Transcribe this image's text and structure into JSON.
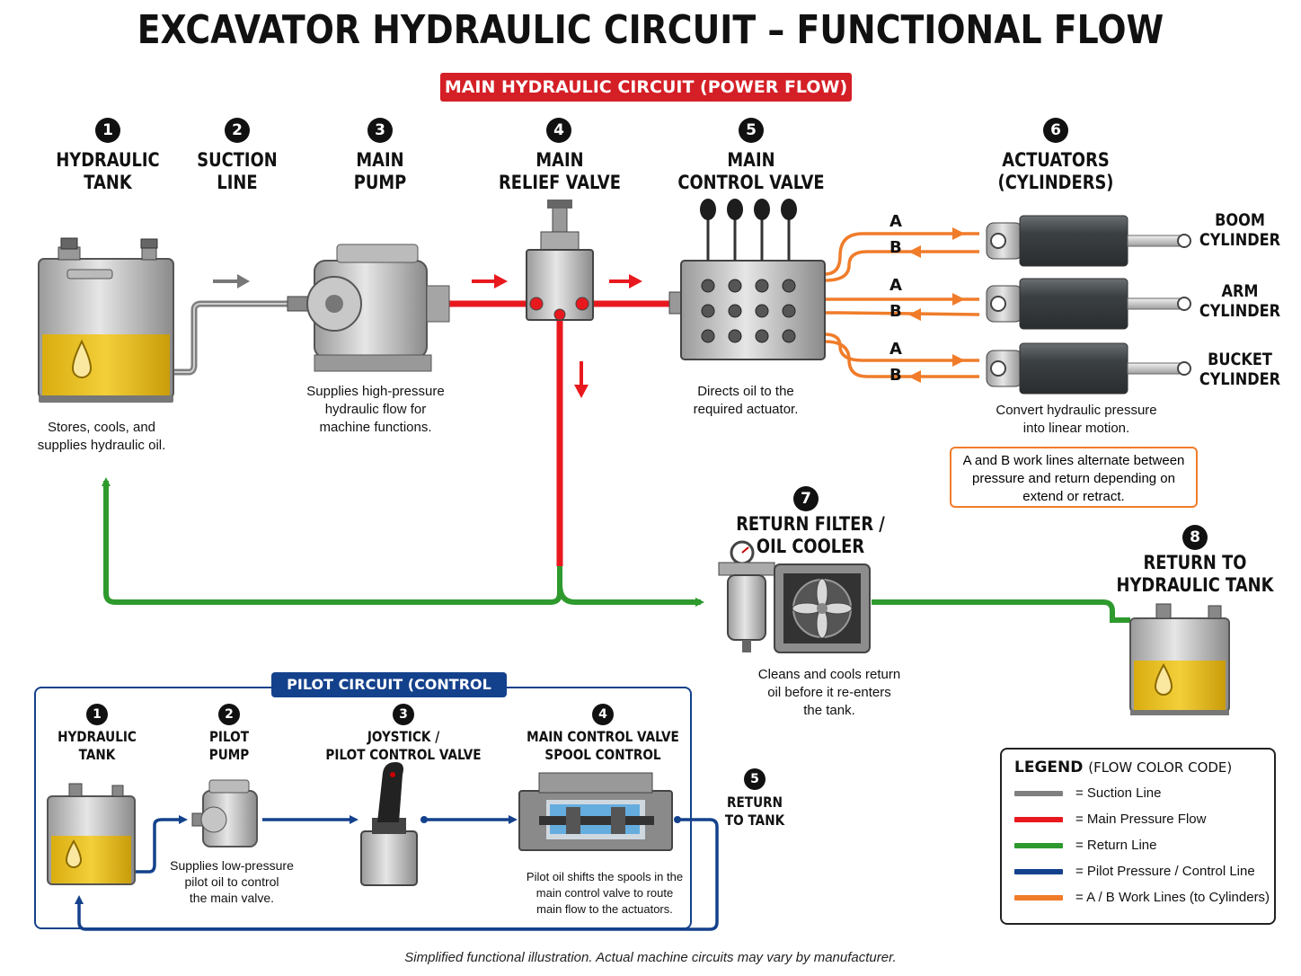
{
  "title": "EXCAVATOR HYDRAULIC CIRCUIT – FUNCTIONAL FLOW",
  "main_banner": "MAIN HYDRAULIC CIRCUIT (POWER FLOW)",
  "colors": {
    "suction": "#7f7f7f",
    "pressure": "#e8191e",
    "return": "#2e9a2e",
    "pilot": "#14418c",
    "work": "#f07c2a"
  },
  "main": {
    "steps": [
      {
        "num": "1",
        "line1": "HYDRAULIC",
        "line2": "TANK",
        "desc1": "Stores, cools, and",
        "desc2": "supplies hydraulic oil."
      },
      {
        "num": "2",
        "line1": "SUCTION",
        "line2": "LINE"
      },
      {
        "num": "3",
        "line1": "MAIN",
        "line2": "PUMP",
        "desc1": "Supplies high-pressure",
        "desc2": "hydraulic flow for",
        "desc3": "machine functions."
      },
      {
        "num": "4",
        "line1": "MAIN",
        "line2": "RELIEF VALVE"
      },
      {
        "num": "5",
        "line1": "MAIN",
        "line2": "CONTROL VALVE",
        "desc1": "Directs oil to the",
        "desc2": "required actuator."
      },
      {
        "num": "6",
        "line1": "ACTUATORS",
        "line2": "(CYLINDERS)",
        "desc1": "Convert hydraulic pressure",
        "desc2": "into linear motion."
      },
      {
        "num": "7",
        "line1": "RETURN FILTER /",
        "line2": "OIL COOLER",
        "desc1": "Cleans and cools return",
        "desc2": "oil before it re-enters",
        "desc3": "the tank."
      },
      {
        "num": "8",
        "line1": "RETURN TO",
        "line2": "HYDRAULIC TANK"
      }
    ],
    "cylinders": [
      {
        "line1": "BOOM",
        "line2": "CYLINDER"
      },
      {
        "line1": "ARM",
        "line2": "CYLINDER"
      },
      {
        "line1": "BUCKET",
        "line2": "CYLINDER"
      }
    ],
    "port_a": "A",
    "port_b": "B",
    "work_note": "A and B work lines alternate between pressure and return depending on extend or retract."
  },
  "pilot": {
    "banner": "PILOT CIRCUIT (CONTROL FLOW)",
    "steps": [
      {
        "num": "1",
        "line1": "HYDRAULIC",
        "line2": "TANK"
      },
      {
        "num": "2",
        "line1": "PILOT",
        "line2": "PUMP",
        "desc1": "Supplies low-pressure",
        "desc2": "pilot oil to control",
        "desc3": "the main valve."
      },
      {
        "num": "3",
        "line1": "JOYSTICK /",
        "line2": "PILOT CONTROL VALVE"
      },
      {
        "num": "4",
        "line1": "MAIN CONTROL VALVE",
        "line2": "SPOOL CONTROL",
        "desc1": "Pilot oil shifts the spools in the",
        "desc2": "main control valve to route",
        "desc3": "main flow to the actuators."
      },
      {
        "num": "5",
        "line1": "RETURN",
        "line2": "TO TANK"
      }
    ]
  },
  "legend": {
    "title": "LEGEND",
    "subtitle": "(FLOW COLOR CODE)",
    "items": [
      {
        "label": "= Suction Line",
        "color": "#7f7f7f"
      },
      {
        "label": "= Main Pressure Flow",
        "color": "#e8191e"
      },
      {
        "label": "= Return Line",
        "color": "#2e9a2e"
      },
      {
        "label": "= Pilot Pressure / Control Line",
        "color": "#14418c"
      },
      {
        "label": "= A / B Work Lines (to Cylinders)",
        "color": "#f07c2a"
      }
    ]
  },
  "footer": "Simplified functional illustration. Actual machine circuits may vary by manufacturer."
}
